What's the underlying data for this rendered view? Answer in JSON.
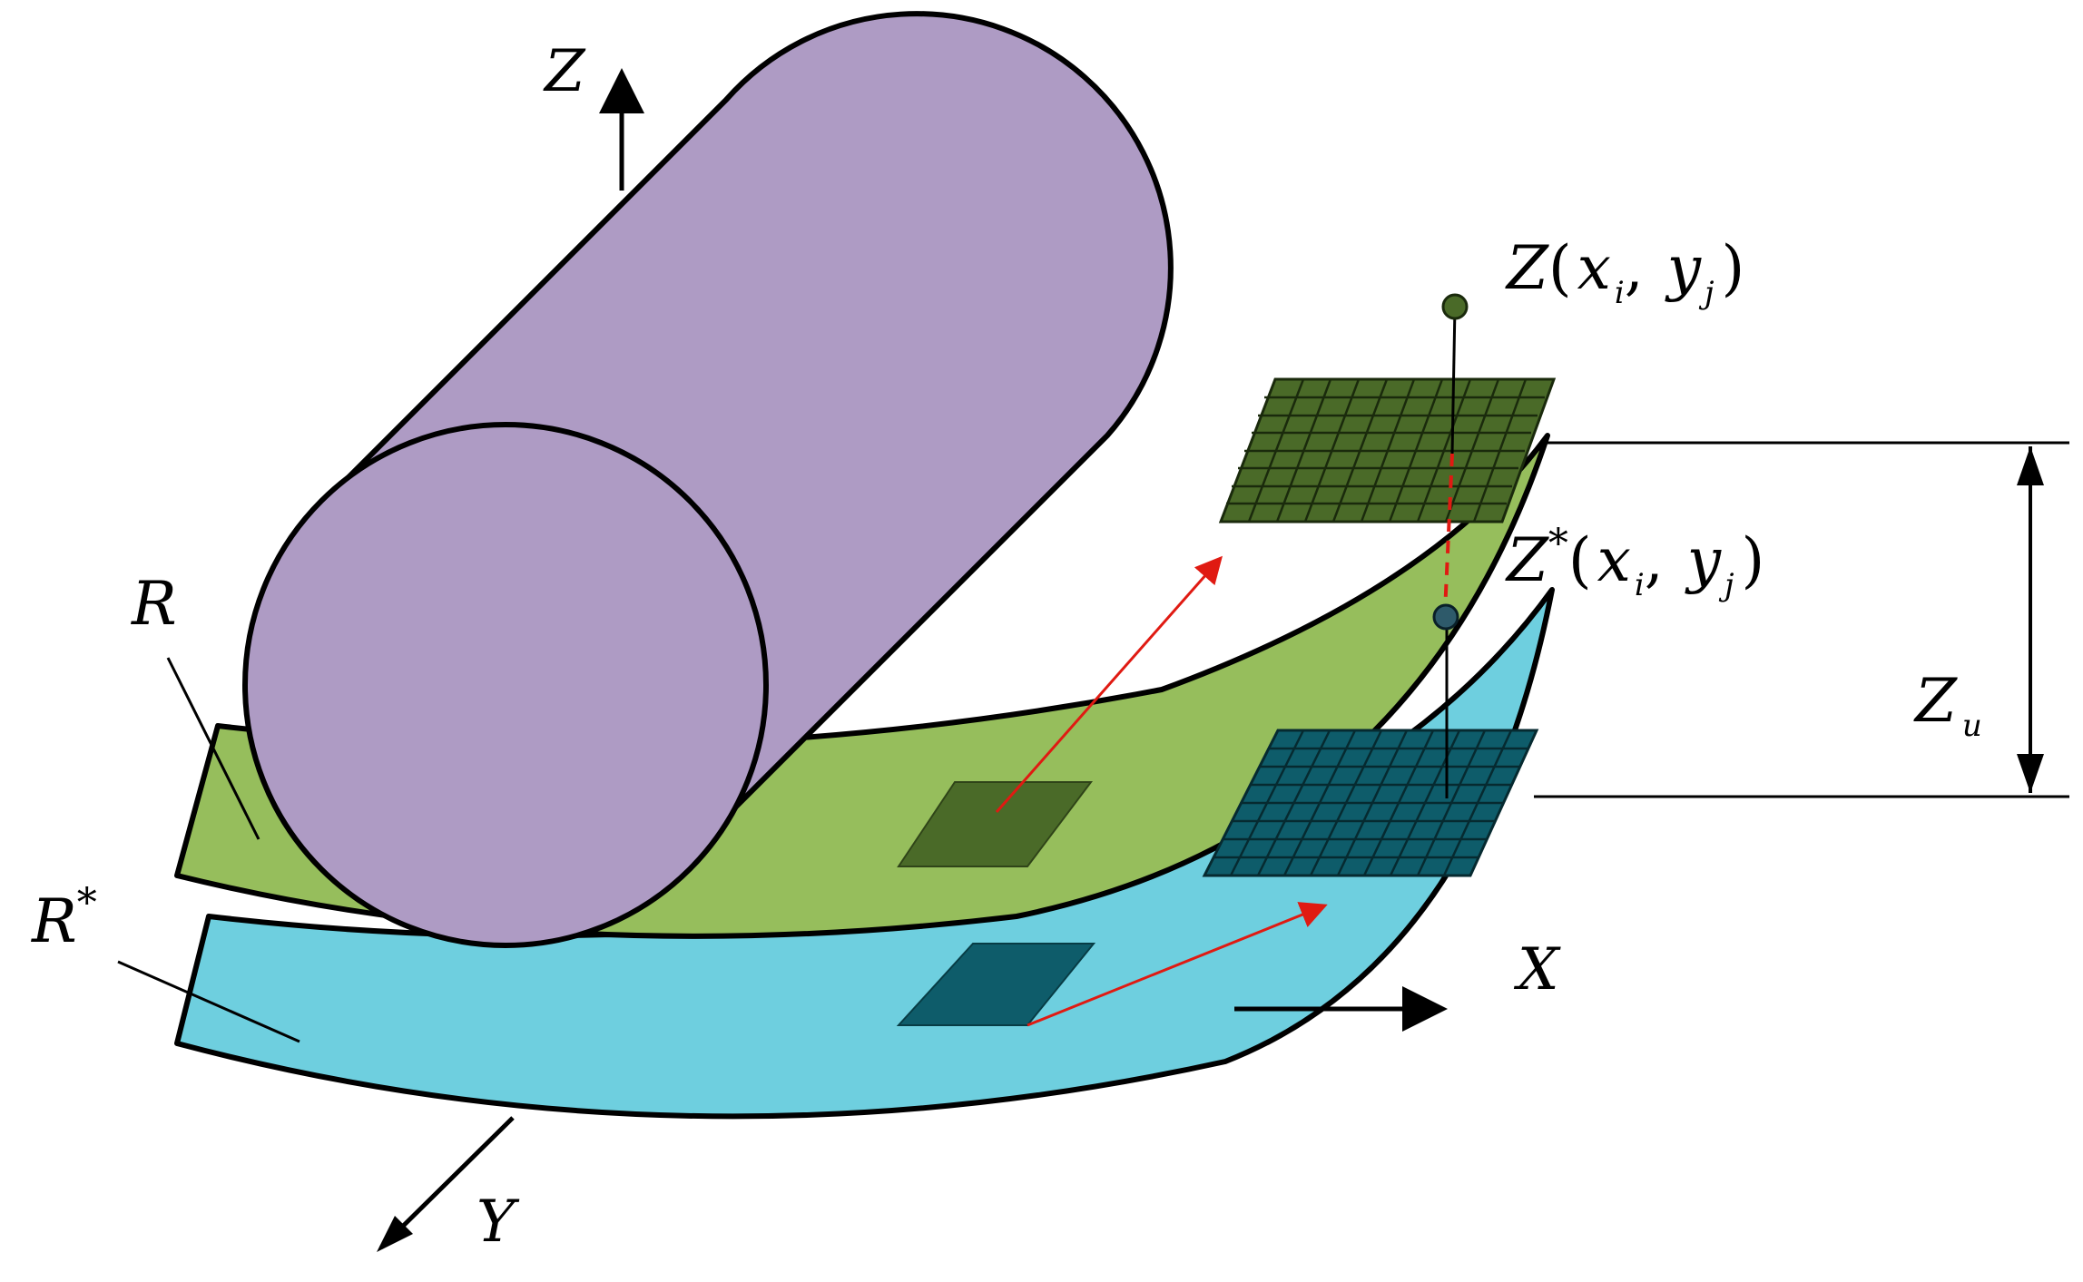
{
  "labels": {
    "z_axis": "Z",
    "x_axis": "X",
    "y_axis": "Y",
    "surface_r": "R",
    "surface_r_star": "R",
    "r_star_sup": "*",
    "z_point": {
      "main": "Z",
      "open": "(",
      "x": "x",
      "x_sub": "i",
      "comma": ",",
      "y": "y",
      "y_sub": "j",
      "close": ")"
    },
    "z_star_point": {
      "main": "Z",
      "sup": "*",
      "open": "(",
      "x": "x",
      "x_sub": "i",
      "comma": ",",
      "y": "y",
      "y_sub": "j",
      "close": ")"
    },
    "z_u": {
      "main": "Z",
      "sub": "u"
    }
  },
  "colors": {
    "cylinder": "#AE9BC4",
    "surface_r": "#96BE5C",
    "surface_r_star": "#6ECFDF",
    "grid_top": "#4A6A28",
    "grid_bottom": "#0E5C6A",
    "patch_r": "#4A6A28",
    "patch_r_star": "#0E5C6A",
    "vector_arrow": "#E01A12",
    "point_top": "#4A6A28",
    "point_mid": "#2E5A6A"
  }
}
